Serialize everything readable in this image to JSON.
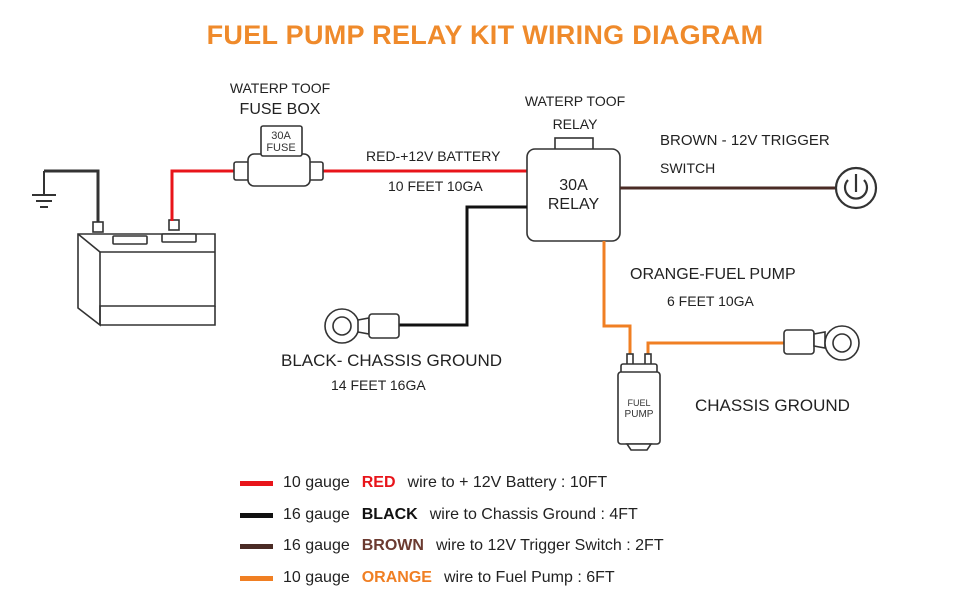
{
  "title": "FUEL  PUMP  RELAY  KIT WIRING DIAGRAM",
  "colors": {
    "title": "#ef8a2b",
    "red_wire": "#e8141a",
    "black_wire": "#111111",
    "brown_wire": "#4a2b25",
    "orange_wire": "#f07f23"
  },
  "labels": {
    "fuse_box_line1": "WATERP TOOF",
    "fuse_box_line2": "FUSE  BOX",
    "fuse_text_line1": "30A",
    "fuse_text_line2": "FUSE",
    "relay_top_line1": "WATERP TOOF",
    "relay_top_line2": "RELAY",
    "relay_box_line1": "30A",
    "relay_box_line2": "RELAY",
    "red_wire_line1": "RED-+12V BATTERY",
    "red_wire_line2": "10  FEET 10GA",
    "brown_wire_line1": "BROWN - 12V TRIGGER",
    "brown_wire_line2": "SWITCH",
    "orange_wire_line1": "ORANGE-FUEL  PUMP",
    "orange_wire_line2": "6  FEET  10GA",
    "black_wire_line1": "BLACK- CHASSIS GROUND",
    "black_wire_line2": "14  FEET 16GA",
    "pump_text_line1": "FUEL",
    "pump_text_line2": "PUMP",
    "chassis_ground": "CHASSIS GROUND"
  },
  "icons": {
    "ground": "ground-symbol-icon",
    "battery": "battery-icon",
    "fuse": "fuse-icon",
    "relay": "relay-icon",
    "switch": "power-switch-icon",
    "ring_terminal": "ring-terminal-icon",
    "fuel_pump": "fuel-pump-icon"
  },
  "legend": [
    {
      "gauge": "10 gauge",
      "color_word": "RED",
      "color": "#e8141a",
      "tail": "wire to   + 12V  Battery  :  10FT"
    },
    {
      "gauge": "16 gauge",
      "color_word": "BLACK",
      "color": "#111111",
      "tail": "wire to  Chassis  Ground :  4FT"
    },
    {
      "gauge": "16 gauge",
      "color_word": "BROWN",
      "color": "#4a2b25",
      "tail": "wire to  12V  Trigger  Switch   :  2FT"
    },
    {
      "gauge": "10 gauge",
      "color_word": "ORANGE",
      "color": "#f07f23",
      "tail": "wire to   Fuel   Pump  :   6FT"
    }
  ]
}
